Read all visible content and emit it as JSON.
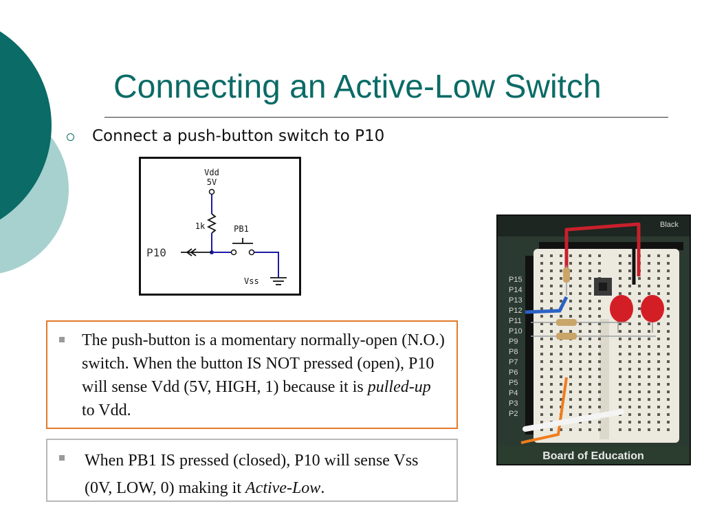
{
  "title": "Connecting an Active-Low Switch",
  "bullet": "Connect a push-button switch to P10",
  "schematic": {
    "vdd_label": "Vdd",
    "vdd_volts": "5V",
    "resistor_label": "1k",
    "switch_label": "PB1",
    "pin_label": "P10",
    "vss_label": "Vss"
  },
  "notes": [
    {
      "pre": "The push-button is a momentary normally-open (N.O.) switch. When the button IS NOT pressed (open), P10 will sense Vdd (5V, HIGH, 1) because it is ",
      "emph": "pulled-up",
      "post": " to Vdd."
    },
    {
      "pre": "When PB1 IS pressed (closed), P10 will sense Vss  (0V, LOW, 0) making it ",
      "emph": "Active-Low",
      "post": "."
    }
  ],
  "board": {
    "pin_labels": [
      "P15",
      "P14",
      "P13",
      "P12",
      "P11",
      "P10",
      "P9",
      "P8",
      "P7",
      "P6",
      "P5",
      "P4",
      "P3",
      "P2"
    ],
    "corner_label": "Black",
    "caption": "Board of Education"
  },
  "colors": {
    "title": "#0b6b66",
    "note1_border": "#e2792a",
    "note2_border": "#b8b8b8",
    "schematic_wire": "#1a1aa6"
  }
}
